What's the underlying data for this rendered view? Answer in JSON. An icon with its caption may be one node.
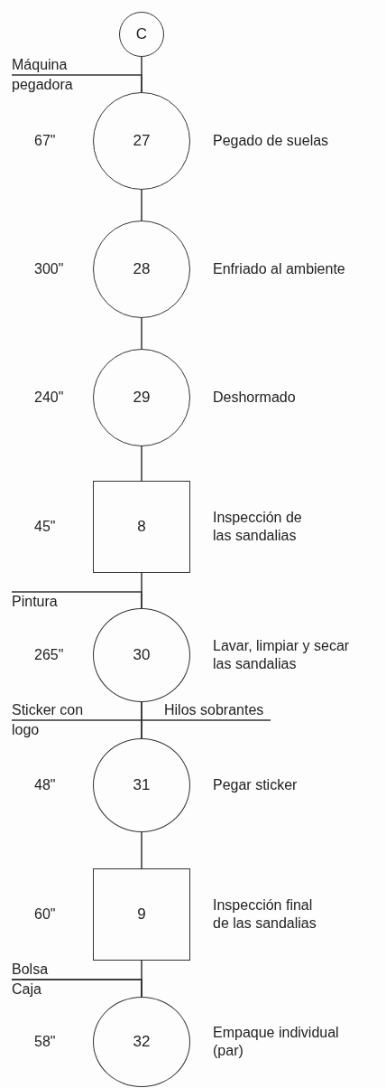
{
  "diagram": {
    "nodes": [
      {
        "text": [
          "C"
        ]
      },
      {
        "text": [
          "Máquina pegadora"
        ]
      },
      {
        "text": [
          "27"
        ],
        "beside": [
          "67\"",
          "Pegado de suelas"
        ]
      },
      {
        "text": [
          "28"
        ],
        "beside": [
          "300\"",
          "Enfriado al ambiente"
        ]
      },
      {
        "text": [
          "29"
        ],
        "beside": [
          "240\"",
          "Deshormado"
        ]
      },
      {
        "text": [
          "8"
        ],
        "beside": [
          "45\"",
          "Inspección de las sandalias"
        ]
      },
      {
        "text": [
          "Pintura"
        ]
      },
      {
        "text": [
          "30"
        ],
        "beside": [
          "265\"",
          "Lavar, limpiar y secar las sandalias"
        ]
      },
      {
        "text": [
          "Sticker con logo"
        ]
      },
      {
        "text": [
          "Hilos sobrantes"
        ]
      },
      {
        "text": [
          "31"
        ],
        "beside": [
          "48\"",
          "Pegar sticker"
        ]
      },
      {
        "text": [
          "9"
        ],
        "beside": [
          "60\"",
          "Inspección final de las sandalias"
        ]
      },
      {
        "text": [
          "Bolsa"
        ]
      },
      {
        "text": [
          "Caja"
        ]
      },
      {
        "text": [
          "32"
        ],
        "beside": [
          "58\"",
          "Empaque individual (par)"
        ]
      }
    ],
    "edges": [
      {
        "from": 0,
        "to": 2,
        "arrow": "none"
      },
      {
        "from": 1,
        "to": 2,
        "arrow": "none"
      },
      {
        "from": 2,
        "to": 3,
        "arrow": "none"
      },
      {
        "from": 3,
        "to": 4,
        "arrow": "none"
      },
      {
        "from": 4,
        "to": 5,
        "arrow": "none"
      },
      {
        "from": 5,
        "to": 7,
        "arrow": "none"
      },
      {
        "from": 6,
        "to": 7,
        "arrow": "none"
      },
      {
        "from": 7,
        "to": 10,
        "arrow": "none"
      },
      {
        "from": 8,
        "to": 10,
        "arrow": "none"
      },
      {
        "from": 7,
        "to": 9,
        "arrow": "none"
      },
      {
        "from": 10,
        "to": 11,
        "arrow": "none"
      },
      {
        "from": 11,
        "to": 14,
        "arrow": "none"
      },
      {
        "from": 12,
        "to": 14,
        "arrow": "none"
      },
      {
        "from": 13,
        "to": 14,
        "arrow": "none"
      }
    ]
  }
}
